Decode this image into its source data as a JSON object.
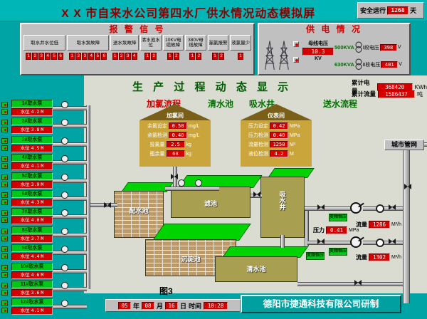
{
  "title": "X X 市自来水公司第四水厂供水情况动态模拟屏",
  "safety": {
    "label": "安全运行",
    "value": "1268",
    "unit": "天"
  },
  "alarm": {
    "header": "报 警 信 号",
    "groups": [
      {
        "label": "取水井水位低",
        "lamps": [
          "1",
          "2",
          "3",
          "4",
          "5",
          "6"
        ]
      },
      {
        "label": "取水泵故障",
        "lamps": [
          "1",
          "2",
          "3",
          "4",
          "5",
          "6"
        ]
      },
      {
        "label": "送水泵故障",
        "lamps": [
          "1",
          "2",
          "3",
          "4"
        ]
      },
      {
        "label": "清水池水位",
        "lamps": [
          "1",
          "2"
        ]
      },
      {
        "label": "10KV电缆故障",
        "lamps": [
          "1",
          "2"
        ]
      },
      {
        "label": "380V母线故障",
        "lamps": [
          "1",
          "2"
        ]
      },
      {
        "label": "漏氯报警",
        "lamps": [
          "1",
          "2"
        ]
      },
      {
        "label": "液氯量少",
        "lamps": [
          "1"
        ]
      }
    ]
  },
  "power": {
    "header": "供 电 情 况",
    "bus": {
      "label": "母线电压",
      "value": "10.3",
      "unit": "KV"
    },
    "branches": [
      {
        "kva": "500KVA",
        "label": "Ⅰ段电压",
        "value": "398",
        "unit": "V"
      },
      {
        "kva": "630KVA",
        "label": "Ⅱ段电压",
        "value": "401",
        "unit": "V"
      }
    ]
  },
  "totals": {
    "energy": {
      "label": "累计电量",
      "value": "368420",
      "unit": "KWh"
    },
    "flow": {
      "label": "累计流量",
      "value": "1586437",
      "unit": "吨"
    }
  },
  "main": {
    "title": "生 产 过 程 动 态 显 示",
    "sections": [
      {
        "label": "加氯流程"
      },
      {
        "label": "清水池"
      },
      {
        "label": "吸水井"
      },
      {
        "label": "送水流程"
      }
    ]
  },
  "pumps": [
    {
      "name": "1#取水泵",
      "level_label": "水位",
      "value": "4.2",
      "unit": "M"
    },
    {
      "name": "2#取水泵",
      "level_label": "水位",
      "value": "3.8",
      "unit": "M"
    },
    {
      "name": "3#取水泵",
      "level_label": "水位",
      "value": "4.5",
      "unit": "M"
    },
    {
      "name": "4#取水泵",
      "level_label": "水位",
      "value": "4.1",
      "unit": "M"
    },
    {
      "name": "5#取水泵",
      "level_label": "水位",
      "value": "3.9",
      "unit": "M"
    },
    {
      "name": "6#取水泵",
      "level_label": "水位",
      "value": "4.3",
      "unit": "M"
    },
    {
      "name": "7#取水泵",
      "level_label": "水位",
      "value": "4.0",
      "unit": "M"
    },
    {
      "name": "8#取水泵",
      "level_label": "水位",
      "value": "3.7",
      "unit": "M"
    },
    {
      "name": "9#取水泵",
      "level_label": "水位",
      "value": "4.4",
      "unit": "M"
    },
    {
      "name": "10#取水泵",
      "level_label": "水位",
      "value": "4.6",
      "unit": "M"
    },
    {
      "name": "11#取水泵",
      "level_label": "水位",
      "value": "3.6",
      "unit": "M"
    },
    {
      "name": "12#取水泵",
      "level_label": "水位",
      "value": "4.1",
      "unit": "M"
    }
  ],
  "houses": [
    {
      "name": "加氯间",
      "rows": [
        {
          "label": "余氯设定",
          "value": "0.50",
          "unit": "mg/L"
        },
        {
          "label": "余氯检测",
          "value": "0.48",
          "unit": "mg/L"
        },
        {
          "label": "投氯量",
          "value": "2.5",
          "unit": "kg"
        },
        {
          "label": "瓶余量",
          "value": "68",
          "unit": "kg"
        }
      ]
    },
    {
      "name": "仪表间",
      "rows": [
        {
          "label": "压力设定",
          "value": "0.42",
          "unit": "MPa"
        },
        {
          "label": "压力检测",
          "value": "0.40",
          "unit": "MPa"
        },
        {
          "label": "流量检测",
          "value": "1250",
          "unit": "M³"
        },
        {
          "label": "液位检测",
          "value": "4.2",
          "unit": "M"
        }
      ]
    }
  ],
  "tanks": {
    "distribution": "配水池",
    "sediment": "沉淀池",
    "filter": "滤池",
    "clear": "清水池",
    "suction": "吸水井"
  },
  "delivery": {
    "flow1": {
      "label": "流量",
      "value": "1286",
      "unit": "M³/h"
    },
    "pressure": {
      "label": "压力",
      "value": "0.41",
      "unit": "MPa"
    },
    "flow2": {
      "label": "流量",
      "value": "1302",
      "unit": "M³/h"
    },
    "vfd": "变频恒压",
    "city": "城市管网"
  },
  "footer": {
    "figure": "图3",
    "date": {
      "year_label": "年",
      "month_label": "月",
      "day_label": "日",
      "time_label": "时间",
      "year": "05",
      "month": "08",
      "day": "16",
      "time": "10:28"
    },
    "company": "德阳市捷通科技有限公司研制"
  }
}
